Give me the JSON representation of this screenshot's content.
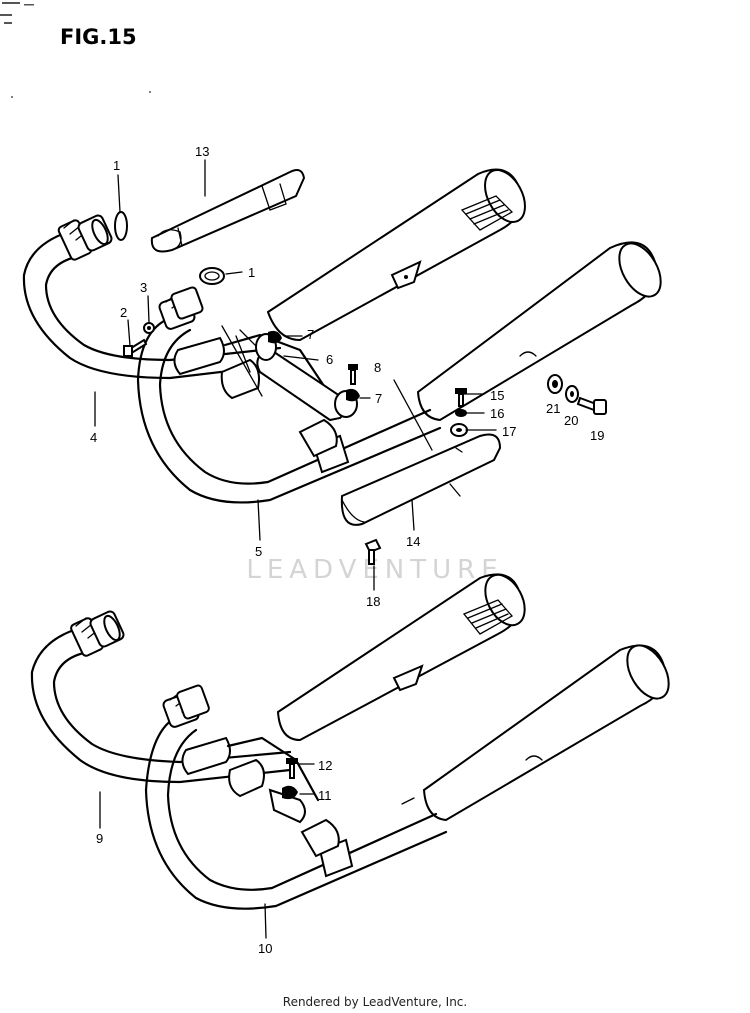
{
  "figure": {
    "title": "FIG.15",
    "watermark": "LEADVENTURE",
    "footer": "Rendered by LeadVenture, Inc."
  },
  "callouts": [
    {
      "number": "1"
    },
    {
      "number": "1"
    },
    {
      "number": "2"
    },
    {
      "number": "3"
    },
    {
      "number": "4"
    },
    {
      "number": "5"
    },
    {
      "number": "6"
    },
    {
      "number": "7"
    },
    {
      "number": "7"
    },
    {
      "number": "8"
    },
    {
      "number": "9"
    },
    {
      "number": "10"
    },
    {
      "number": "11"
    },
    {
      "number": "12"
    },
    {
      "number": "13"
    },
    {
      "number": "14"
    },
    {
      "number": "15"
    },
    {
      "number": "16"
    },
    {
      "number": "17"
    },
    {
      "number": "18"
    },
    {
      "number": "19"
    },
    {
      "number": "20"
    },
    {
      "number": "21"
    }
  ]
}
